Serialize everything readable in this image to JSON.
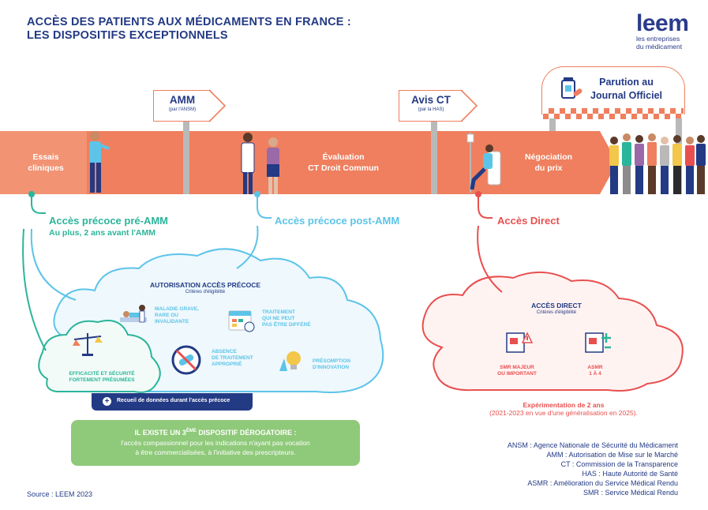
{
  "header": {
    "title_line1": "ACCÈS DES PATIENTS AUX MÉDICAMENTS EN FRANCE :",
    "title_line2": "LES DISPOSITIFS EXCEPTIONNELS"
  },
  "logo": {
    "word": "leem",
    "tagline_line1": "les entreprises",
    "tagline_line2": "du médicament"
  },
  "timeline": {
    "stages": [
      {
        "line1": "Essais",
        "line2": "cliniques"
      },
      {
        "line1": "Évaluation",
        "line2": "CT Droit Commun"
      },
      {
        "line1": "Négociation",
        "line2": "du prix"
      }
    ],
    "signs": [
      {
        "title": "AMM",
        "sub": "(par l'ANSM)"
      },
      {
        "title": "Avis CT",
        "sub": "(par la HAS)"
      }
    ],
    "final": {
      "line1": "Parution au",
      "line2": "Journal Officiel"
    }
  },
  "access": {
    "pre": {
      "title": "Accès précoce pré-AMM",
      "sub": "Au plus, 2 ans avant l'AMM"
    },
    "post": {
      "title": "Accès précoce post-AMM"
    },
    "direct": {
      "title": "Accès Direct"
    }
  },
  "cloud_early": {
    "title": "AUTORISATION ACCÈS PRÉCOCE",
    "subtitle": "Critères d'éligibilité",
    "criteria": [
      {
        "line1": "MALADIE GRAVE,",
        "line2": "RARE OU",
        "line3": "INVALIDANTE"
      },
      {
        "line1": "TRAITEMENT",
        "line2": "QUI NE PEUT",
        "line3": "PAS ÊTRE DIFFÉRÉ"
      },
      {
        "line1": "ABSENCE",
        "line2": "DE TRAITEMENT",
        "line3": "APPROPRIÉ"
      },
      {
        "line1": "PRÉSOMPTION",
        "line2": "D'INNOVATION"
      }
    ],
    "efficacy": {
      "line1": "EFFICACITÉ ET SÉCURITÉ",
      "line2": "FORTEMENT PRÉSUMÉES"
    },
    "data_collection": "Recueil de données durant l'accès précoce"
  },
  "cloud_direct": {
    "title": "ACCÈS DIRECT",
    "subtitle": "Critères d'éligibilité",
    "criteria": [
      {
        "line1": "SMR MAJEUR",
        "line2": "OU IMPORTANT"
      },
      {
        "line1": "ASMR",
        "line2": "1 À 4"
      }
    ],
    "experiment_title": "Expérimentation de 2 ans",
    "experiment_detail": "(2021-2023 en vue d'une généralisation en 2025)."
  },
  "third": {
    "title_prefix": "IL EXISTE UN 3",
    "title_sup": "ÈME",
    "title_suffix": " DISPOSITIF DÉROGATOIRE :",
    "line1": "l'accès compassionnel pour les indications n'ayant pas vocation",
    "line2": "à être commercialisées, à l'initiative des prescripteurs."
  },
  "glossary": [
    "ANSM : Agence Nationale de Sécurité du Médicament",
    "AMM : Autorisation de Mise sur le Marché",
    "CT : Commission de la Transparence",
    "HAS : Haute Autorité de Santé",
    "ASMR : Amélioration du Service Médical Rendu",
    "SMR : Service Médical Rendu"
  ],
  "source": "Source : LEEM 2023",
  "colors": {
    "navy": "#233a84",
    "orange": "#ef7f5e",
    "teal": "#2bb59a",
    "light_blue": "#5cc4e8",
    "red": "#e8504f",
    "green": "#8fc97a"
  }
}
